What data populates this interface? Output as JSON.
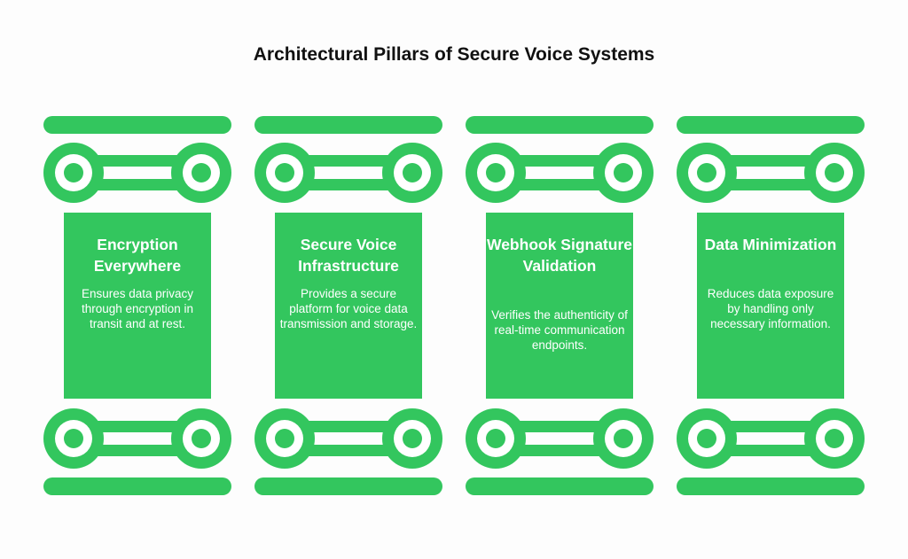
{
  "title": "Architectural Pillars of Secure Voice Systems",
  "colors": {
    "pillar": "#33c65e",
    "background": "#fdfdfd",
    "text_on_pillar": "#ffffff",
    "title": "#111111"
  },
  "pillars": [
    {
      "title": "Encryption Everywhere",
      "description": "Ensures data privacy through encryption in transit and at rest."
    },
    {
      "title": "Secure Voice Infrastructure",
      "description": "Provides a secure platform for voice data transmission and storage."
    },
    {
      "title": "Webhook Signature Validation",
      "description": "Verifies the authenticity of real-time communication endpoints."
    },
    {
      "title": "Data Minimization",
      "description": "Reduces data exposure by handling only necessary information."
    }
  ]
}
